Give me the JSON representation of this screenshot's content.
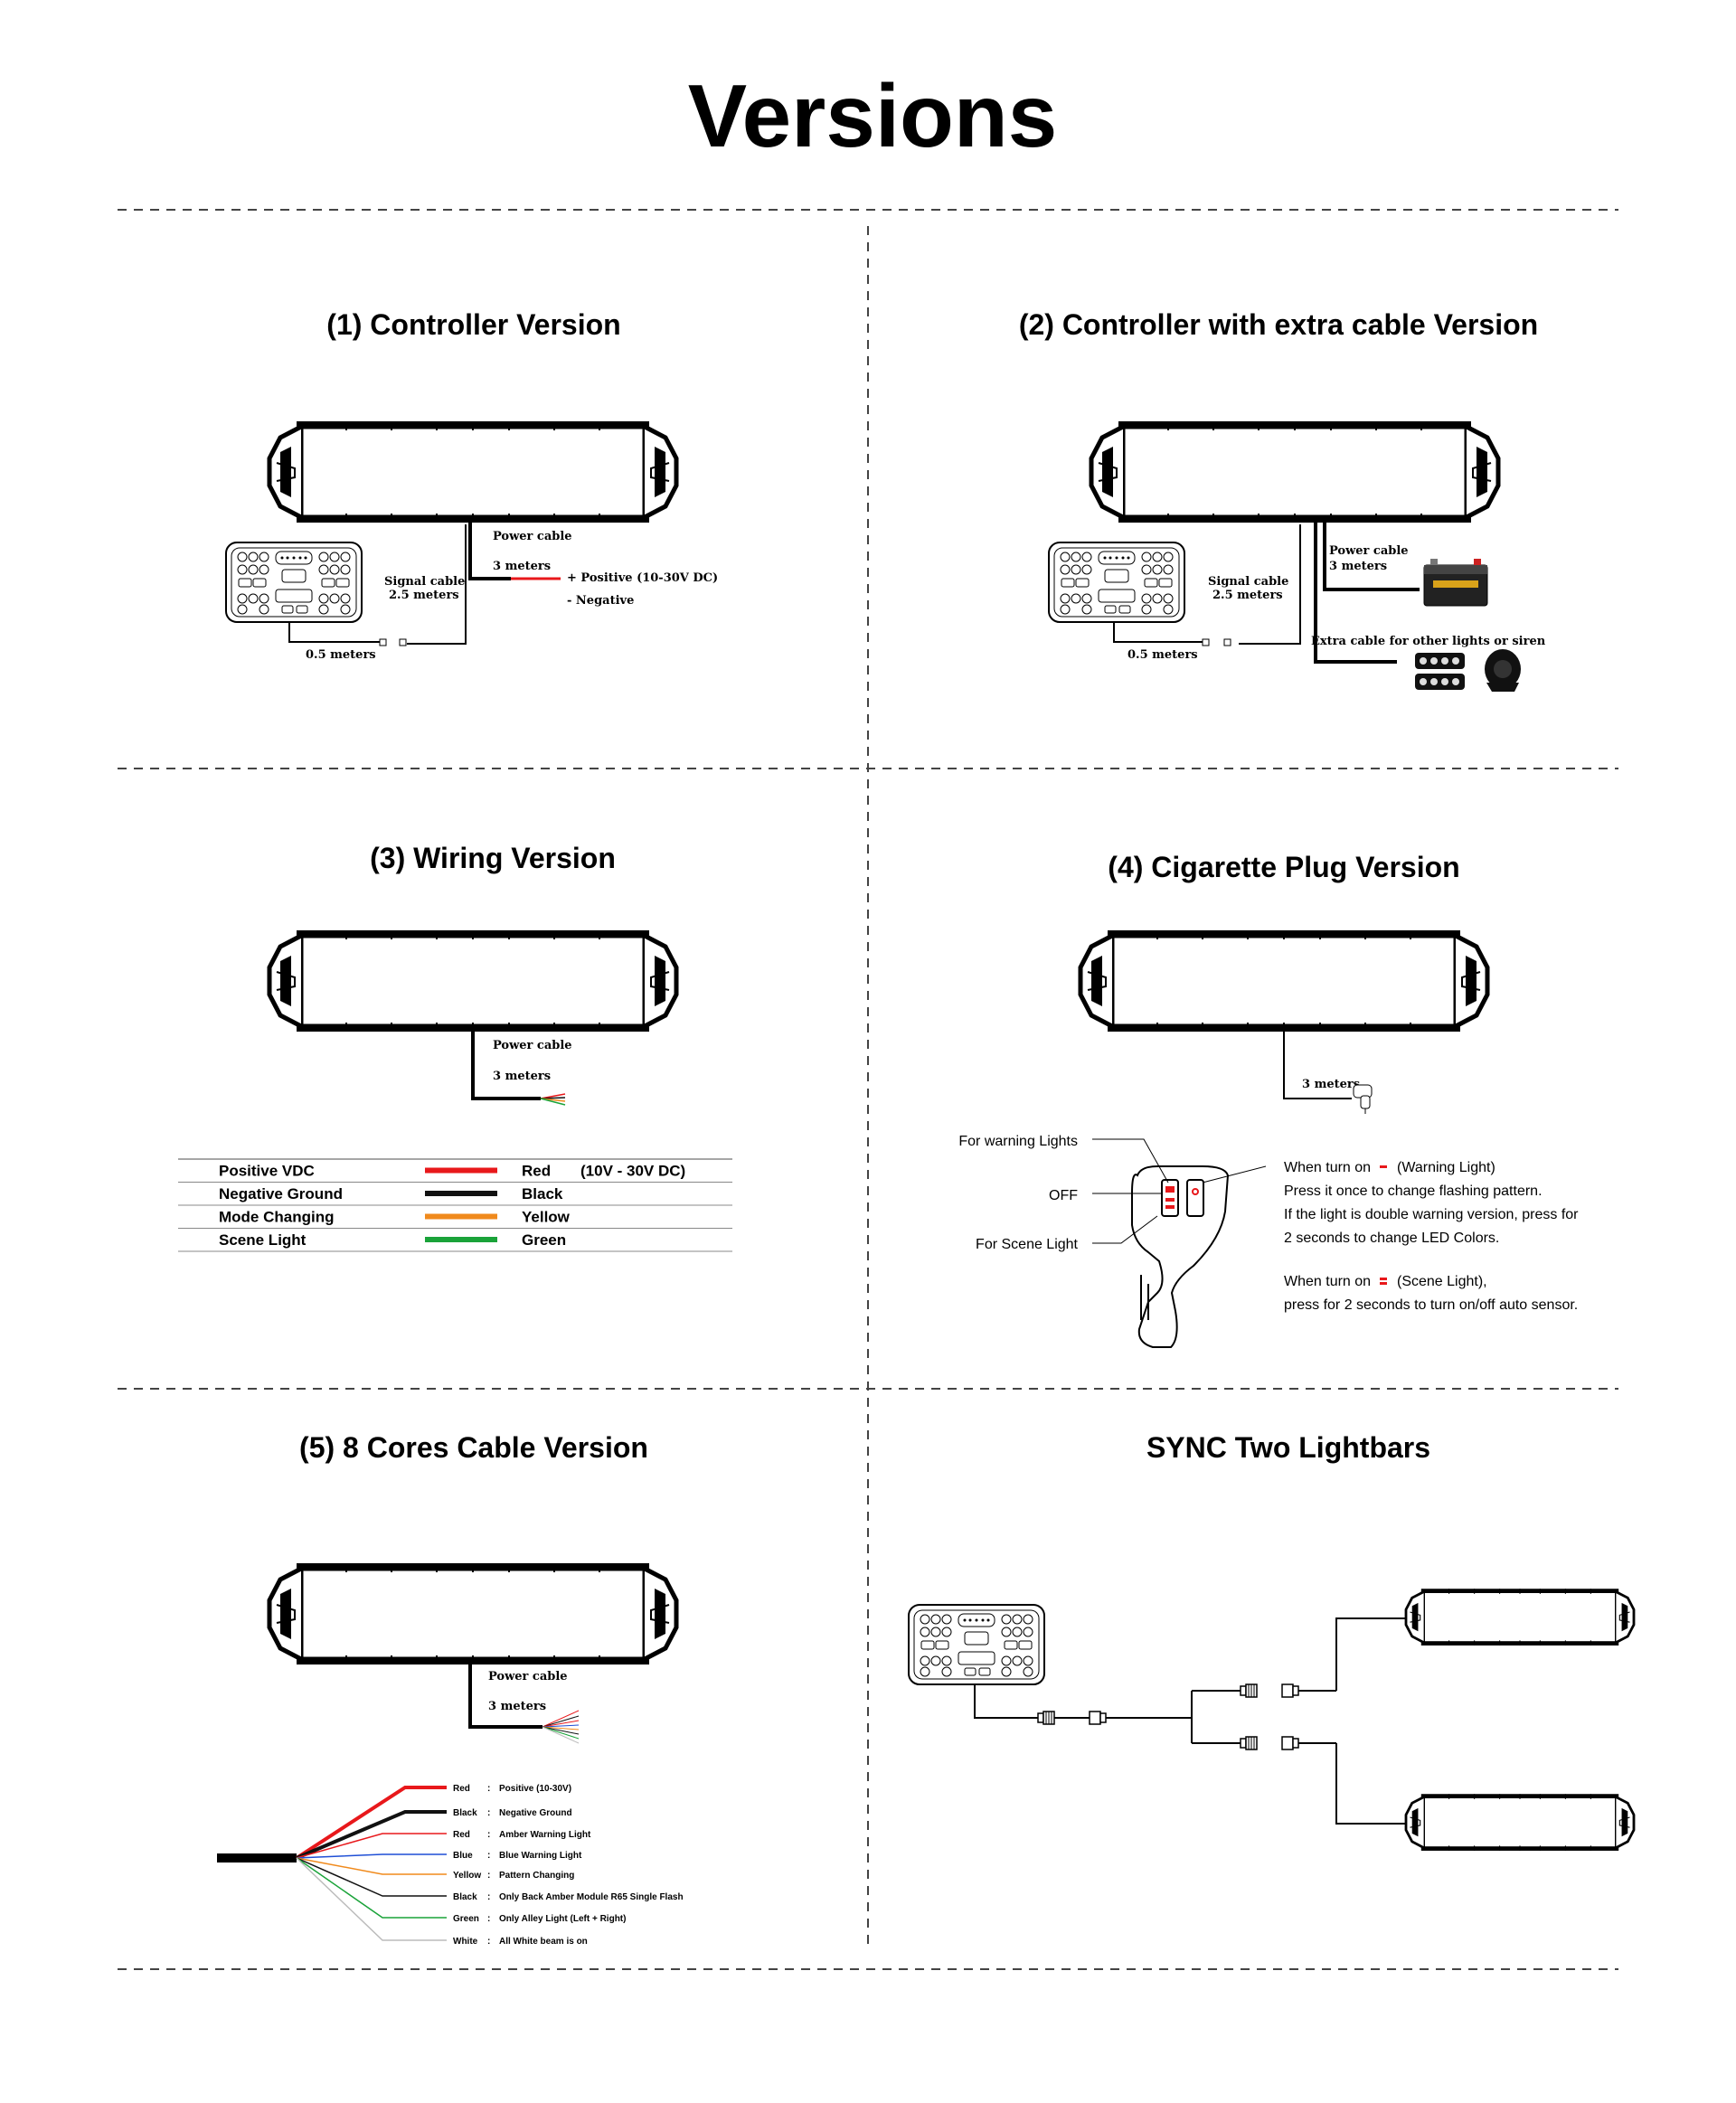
{
  "page_title": "Versions",
  "sections": {
    "controller": {
      "title": "(1) Controller Version",
      "power_cable": "Power cable",
      "power_length": "3 meters",
      "signal_cable": "Signal cable",
      "signal_length": "2.5 meters",
      "short_length": "0.5 meters",
      "positive": "+ Positive (10-30V DC)",
      "negative": "- Negative"
    },
    "extra_cable": {
      "title": "(2) Controller with extra cable Version",
      "power_cable": "Power cable",
      "power_length": "3 meters",
      "signal_cable": "Signal cable",
      "signal_length": "2.5 meters",
      "short_length": "0.5 meters",
      "extra_cable": "Extra cable for other lights or siren"
    },
    "wiring": {
      "title": "(3) Wiring Version",
      "power_cable": "Power cable",
      "power_length": "3 meters",
      "table": [
        {
          "function": "Positive VDC",
          "color_name": "Red",
          "note": "(10V - 30V DC)",
          "color": "#e8181b"
        },
        {
          "function": "Negative Ground",
          "color_name": "Black",
          "note": "",
          "color": "#111111"
        },
        {
          "function": "Mode Changing",
          "color_name": "Yellow",
          "note": "",
          "color": "#f08a1c"
        },
        {
          "function": "Scene Light",
          "color_name": "Green",
          "note": "",
          "color": "#1aa339"
        }
      ]
    },
    "cigarette": {
      "title": "(4) Cigarette Plug Version",
      "length": "3 meters",
      "label_warning": "For warning Lights",
      "label_off": "OFF",
      "label_scene": "For Scene Light",
      "info_warning": [
        "When turn on",
        "(Warning Light)",
        "Press it once to change flashing pattern.",
        "If the light is double warning version, press for",
        "2 seconds to change LED Colors."
      ],
      "info_scene": [
        "When turn on",
        "(Scene Light),",
        "press for 2 seconds to turn on/off auto sensor."
      ]
    },
    "eight_cores": {
      "title": "(5) 8 Cores Cable Version",
      "power_cable": "Power cable",
      "power_length": "3 meters",
      "wires": [
        {
          "color_name": "Red",
          "sep": ":",
          "function": "Positive (10-30V)",
          "color": "#e8181b"
        },
        {
          "color_name": "Black",
          "sep": ":",
          "function": "Negative Ground",
          "color": "#111111"
        },
        {
          "color_name": "Red",
          "sep": ":",
          "function": "Amber Warning Light",
          "color": "#e8181b"
        },
        {
          "color_name": "Blue",
          "sep": ":",
          "function": "Blue Warning Light",
          "color": "#1f4fd6"
        },
        {
          "color_name": "Yellow",
          "sep": ":",
          "function": "Pattern Changing",
          "color": "#f08a1c"
        },
        {
          "color_name": "Black",
          "sep": ":",
          "function": "Only Back Amber Module R65 Single Flash",
          "color": "#111111"
        },
        {
          "color_name": "Green",
          "sep": ":",
          "function": "Only Alley Light (Left + Right)",
          "color": "#1aa339"
        },
        {
          "color_name": "White",
          "sep": ":",
          "function": "All White beam is on",
          "color": "#bbbbbb"
        }
      ]
    },
    "sync": {
      "title": "SYNC Two Lightbars"
    }
  }
}
